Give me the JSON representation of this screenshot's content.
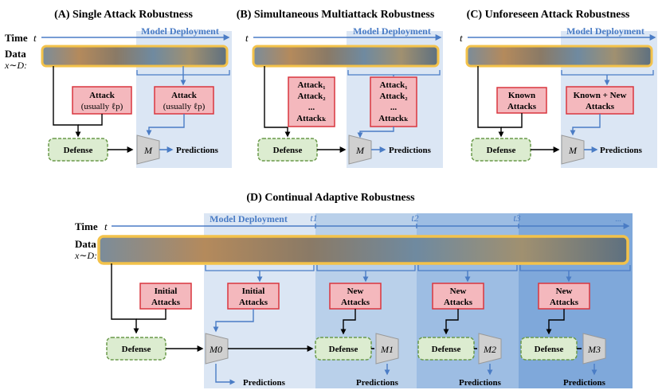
{
  "panels": [
    {
      "title": "(A) Single Attack Robustness",
      "time_label": "Time",
      "time_symbol": "t",
      "data_label": "Data",
      "data_sublabel": "x∼D:",
      "deployment_label": "Model Deployment",
      "pre_attack": [
        "Attack",
        "(usually ℓp)"
      ],
      "post_attack": [
        "Attack",
        "(usually ℓp)"
      ],
      "defense": "Defense",
      "model": "M",
      "predictions": "Predictions"
    },
    {
      "title": "(B) Simultaneous Multiattack Robustness",
      "time_symbol": "t",
      "deployment_label": "Model Deployment",
      "pre_attack": [
        "Attack₁",
        "Attack₂",
        "...",
        "Attackₖ"
      ],
      "post_attack": [
        "Attack₁",
        "Attack₂",
        "...",
        "Attackₖ"
      ],
      "defense": "Defense",
      "model": "M",
      "predictions": "Predictions"
    },
    {
      "title": "(C) Unforeseen Attack Robustness",
      "time_symbol": "t",
      "deployment_label": "Model Deployment",
      "pre_attack": [
        "Known",
        "Attacks"
      ],
      "post_attack": [
        "Known + New",
        "Attacks"
      ],
      "defense": "Defense",
      "model": "M",
      "predictions": "Predictions"
    }
  ],
  "continual": {
    "title": "(D) Continual Adaptive Robustness",
    "time_label": "Time",
    "time_symbol": "t",
    "data_label": "Data",
    "data_sublabel": "x∼D:",
    "deployment_label": "Model Deployment",
    "time_marks": [
      "t1",
      "t2",
      "t3"
    ],
    "ellipsis": "...",
    "initial_attack": [
      "Initial",
      "Attacks"
    ],
    "deploy_attack": [
      "Initial",
      "Attacks"
    ],
    "new_attack": [
      "New",
      "Attacks"
    ],
    "defense": "Defense",
    "models": [
      "M0",
      "M1",
      "M2",
      "M3"
    ],
    "predictions": "Predictions"
  },
  "colors": {
    "arrow_blue": "#4a7cc5",
    "deploy_shade": "#dbe6f4",
    "stage_shades": [
      "#dbe6f4",
      "#b9d0ea",
      "#9dbde3",
      "#7fa8da"
    ],
    "attack_fill": "#f4b8bd",
    "attack_stroke": "#d9363e",
    "defense_fill": "#dcecd0",
    "defense_stroke": "#6a9a4a",
    "strip_border": "#f3c24a",
    "model_fill": "#d0d0d0"
  }
}
